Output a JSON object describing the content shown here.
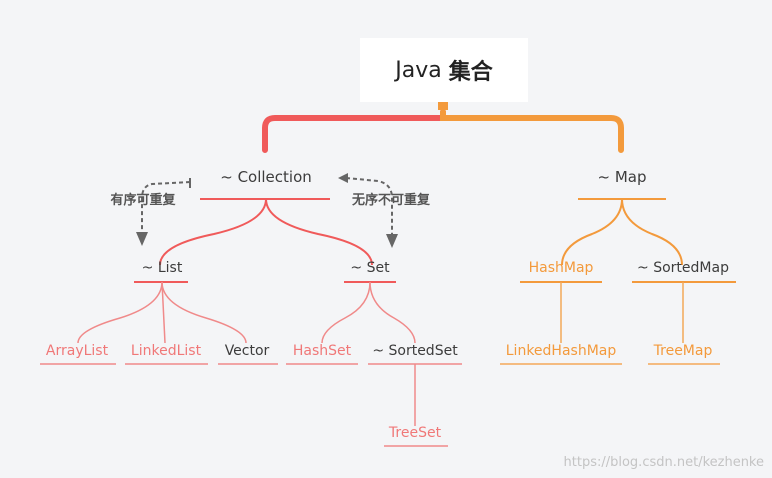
{
  "title": {
    "text": "Java",
    "chinese": "集合"
  },
  "nodes": {
    "collection": "~ Collection",
    "map": "~ Map",
    "list": "~ List",
    "set": "~ Set",
    "hashmap": "HashMap",
    "sortedmap": "~ SortedMap",
    "arraylist": "ArrayList",
    "linkedlist": "LinkedList",
    "vector": "Vector",
    "hashset": "HashSet",
    "sortedset": "~ SortedSet",
    "linkedhashmap": "LinkedHashMap",
    "treemap": "TreeMap",
    "treeset": "TreeSet"
  },
  "notes": {
    "ordered_repeatable": "有序可重复",
    "unordered_unique": "无序不可重复"
  },
  "watermark": "https://blog.csdn.net/kezhenke",
  "colors": {
    "background": "#f4f5f7",
    "red": "#f05a5a",
    "pink": "#f07878",
    "orange": "#f39a3c",
    "dark": "#3c3c3c"
  }
}
